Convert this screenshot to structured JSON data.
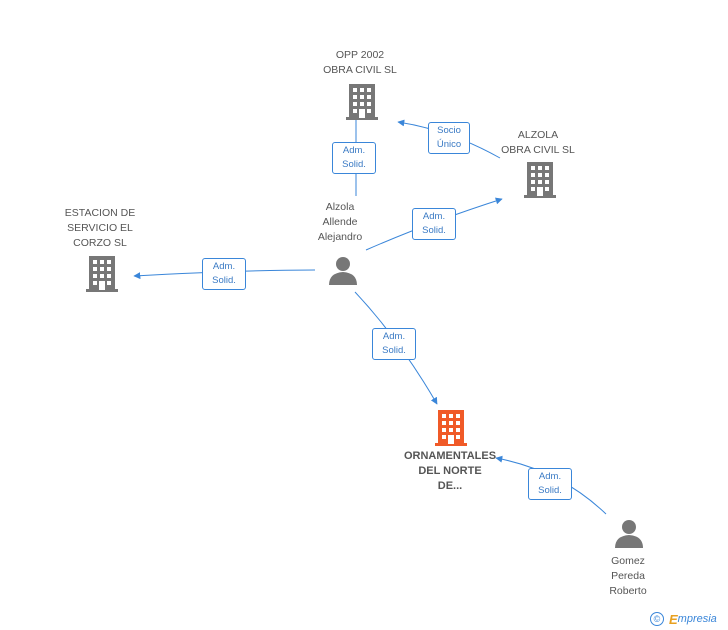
{
  "nodes": {
    "opp": {
      "lines": [
        "OPP 2002",
        "OBRA CIVIL SL"
      ],
      "icon": "building-icon",
      "color": "#777777"
    },
    "alzola_sl": {
      "lines": [
        "ALZOLA",
        "OBRA CIVIL SL"
      ],
      "icon": "building-icon",
      "color": "#777777"
    },
    "estacion": {
      "lines": [
        "ESTACION DE",
        "SERVICIO EL",
        "CORZO SL"
      ],
      "icon": "building-icon",
      "color": "#777777"
    },
    "alzola_person": {
      "lines": [
        "Alzola",
        "Allende",
        "Alejandro"
      ],
      "icon": "person-icon",
      "color": "#777777"
    },
    "ornamentales": {
      "lines": [
        "ORNAMENTALES",
        "DEL NORTE",
        "DE..."
      ],
      "icon": "building-icon",
      "color": "#f05a28"
    },
    "gomez": {
      "lines": [
        "Gomez",
        "Pereda",
        "Roberto"
      ],
      "icon": "person-icon",
      "color": "#777777"
    }
  },
  "edges": [
    {
      "id": "person-to-opp",
      "lines": [
        "Adm.",
        "Solid."
      ]
    },
    {
      "id": "alzola-sl-to-opp",
      "lines": [
        "Socio",
        "Único"
      ]
    },
    {
      "id": "person-to-alzola-sl",
      "lines": [
        "Adm.",
        "Solid."
      ]
    },
    {
      "id": "person-to-estacion",
      "lines": [
        "Adm.",
        "Solid."
      ]
    },
    {
      "id": "person-to-ornamentales",
      "lines": [
        "Adm.",
        "Solid."
      ]
    },
    {
      "id": "gomez-to-ornamentales",
      "lines": [
        "Adm.",
        "Solid."
      ]
    }
  ],
  "colors": {
    "edge": "#3a86d9",
    "node_default": "#777777",
    "node_highlight": "#f05a28"
  },
  "footer": {
    "copyright_symbol": "©",
    "brand_first_letter": "E",
    "brand_rest": "mpresia"
  }
}
